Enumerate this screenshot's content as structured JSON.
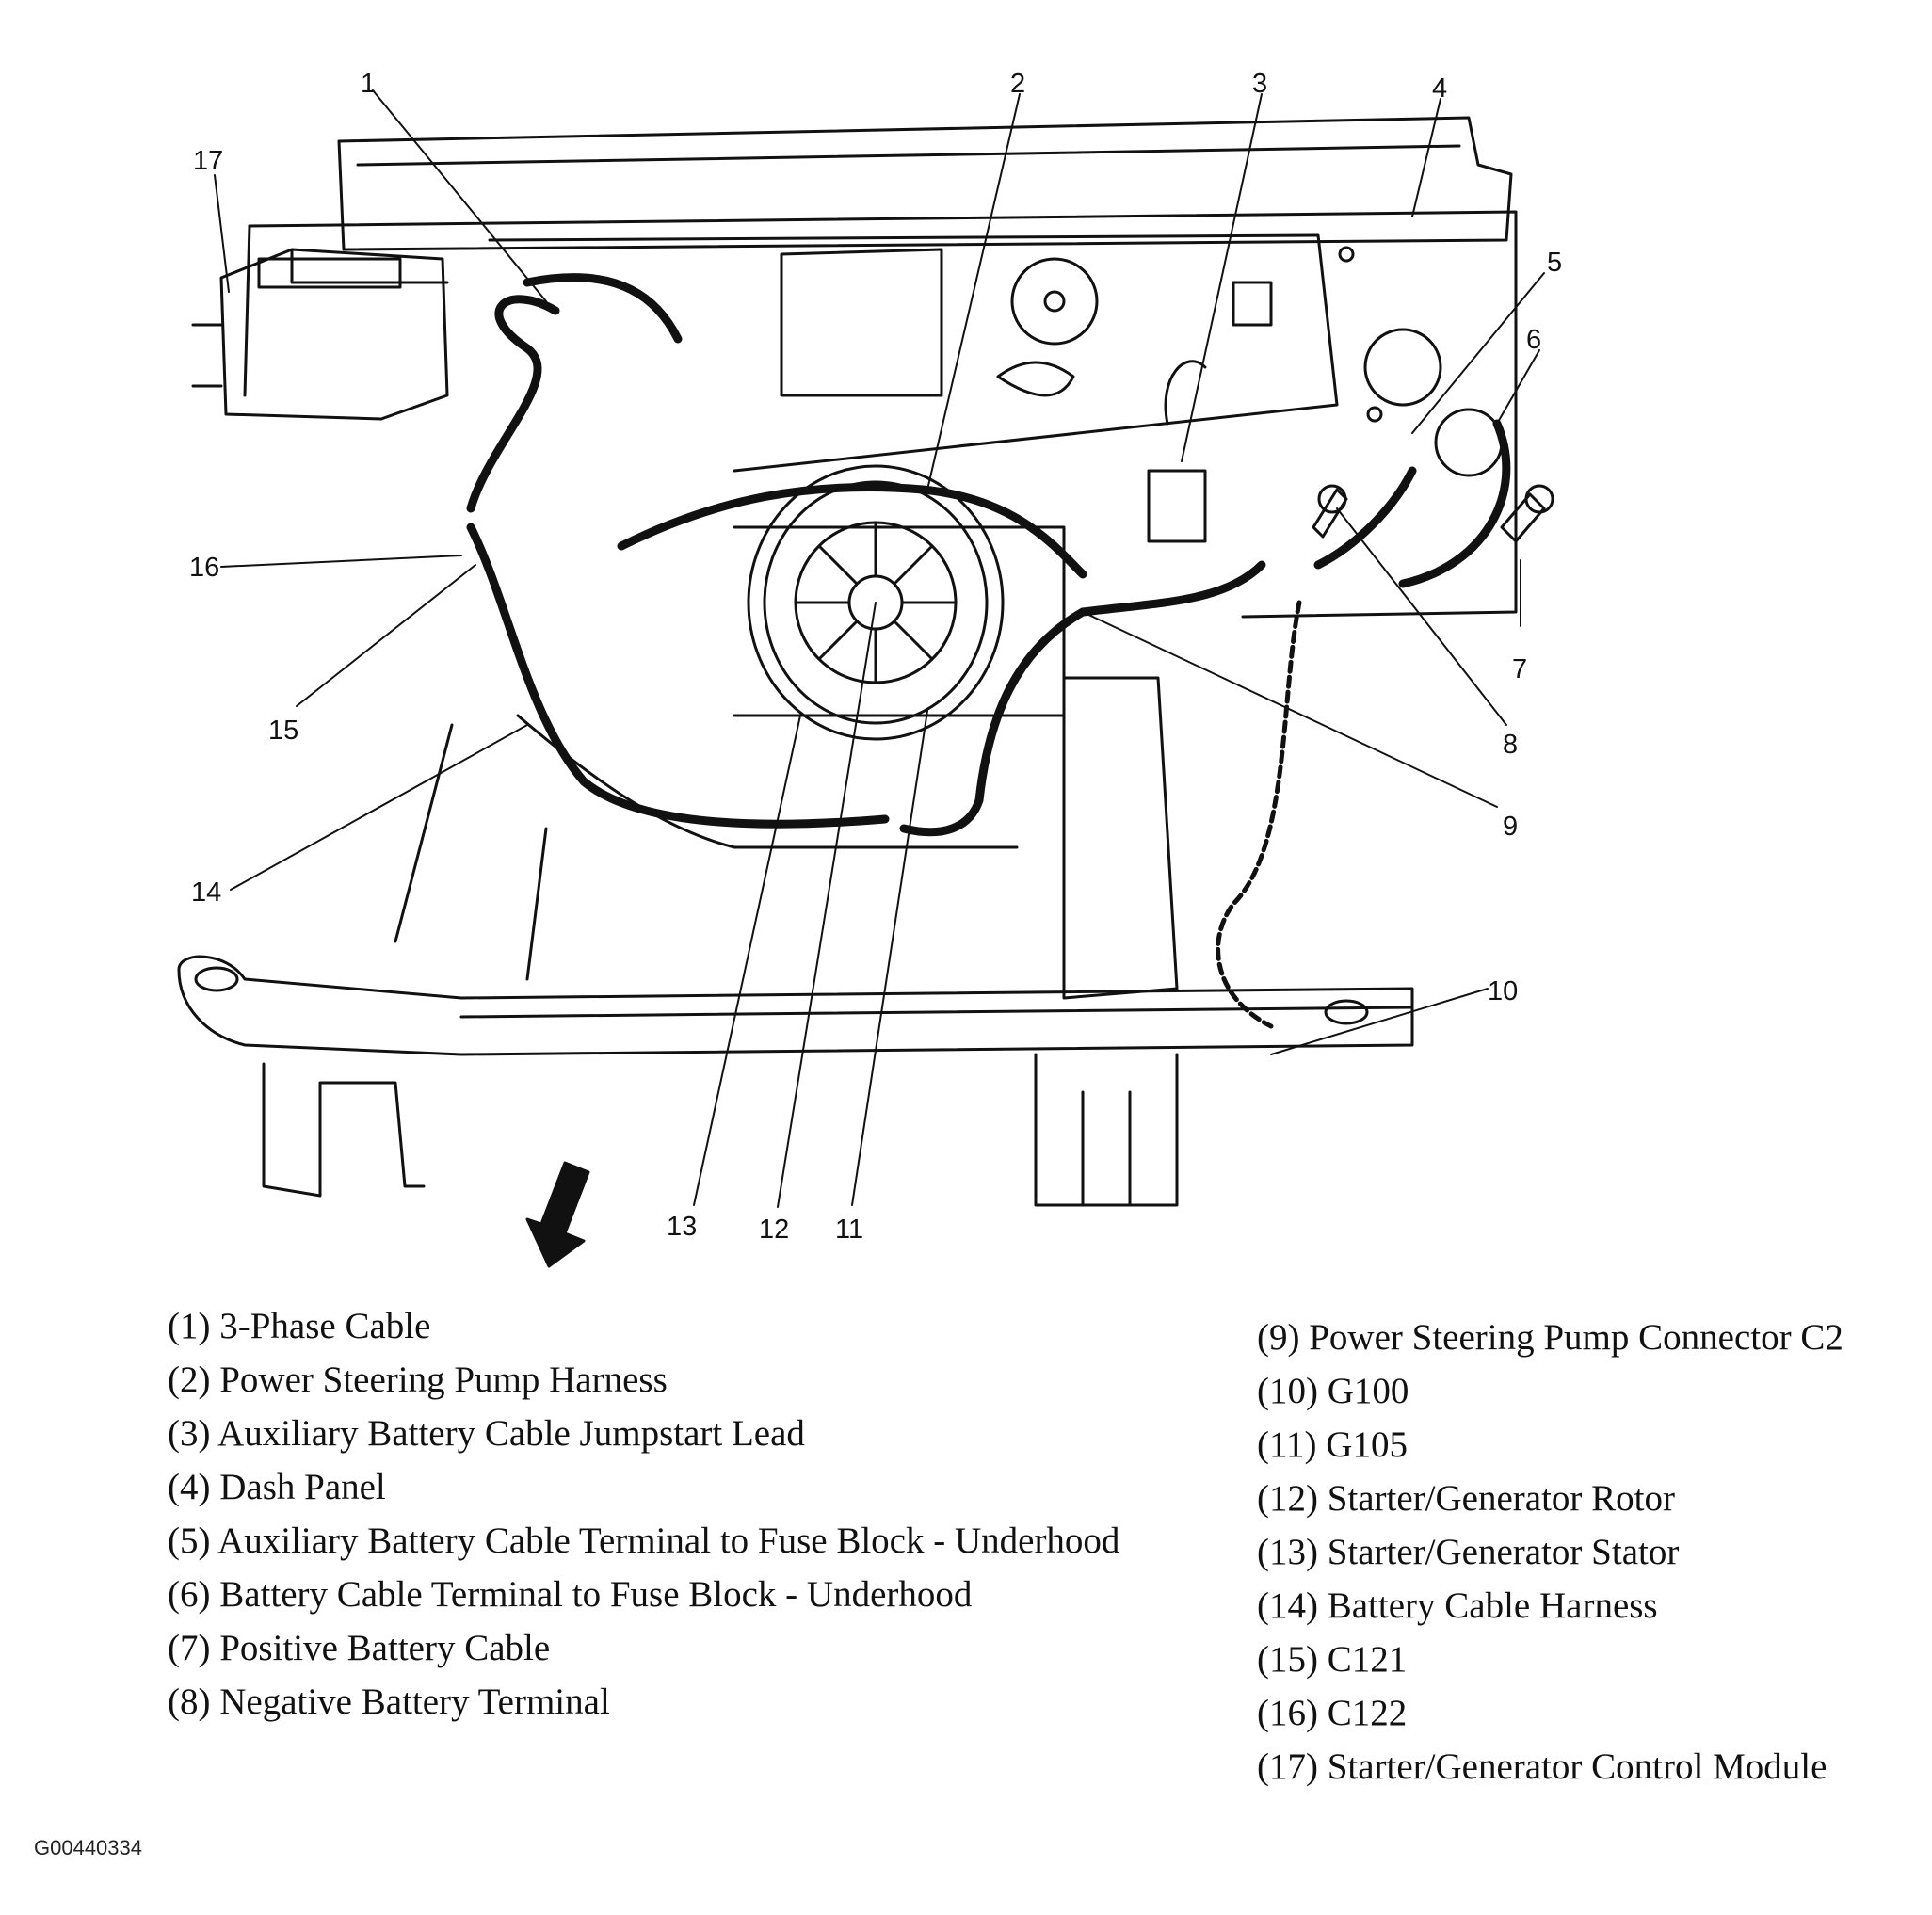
{
  "callouts": [
    "1",
    "2",
    "3",
    "4",
    "5",
    "6",
    "7",
    "8",
    "9",
    "10",
    "11",
    "12",
    "13",
    "14",
    "15",
    "16",
    "17"
  ],
  "legend_left": [
    "(1)  3-Phase Cable",
    "(2)  Power Steering Pump Harness",
    "(3)  Auxiliary Battery Cable Jumpstart Lead",
    "(4)  Dash Panel",
    "(5)  Auxiliary Battery Cable Terminal to Fuse Block - Underhood",
    "(6)  Battery Cable Terminal to Fuse Block - Underhood",
    "(7)  Positive Battery Cable",
    "(8)  Negative Battery Terminal"
  ],
  "legend_right": [
    "(9)  Power Steering Pump Connector C2",
    "(10) G100",
    "(11) G105",
    "(12) Starter/Generator Rotor",
    "(13) Starter/Generator Stator",
    "(14) Battery Cable Harness",
    "(15) C121",
    "(16) C122",
    "(17) Starter/Generator Control Module"
  ],
  "figure_id": "G00440334"
}
